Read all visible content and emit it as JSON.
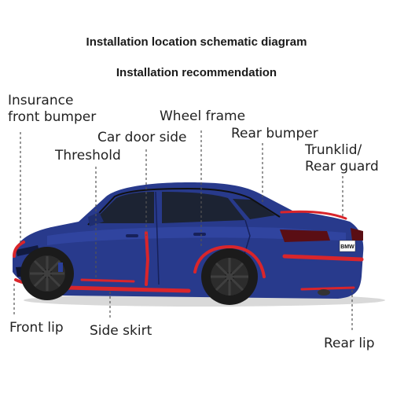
{
  "headings": {
    "title": "Installation location schematic diagram",
    "subtitle": "Installation recommendation"
  },
  "labels": {
    "insurance_front_bumper": "Insurance\nfront bumper",
    "threshold": "Threshold",
    "car_door_side": "Car door side",
    "wheel_frame": "Wheel frame",
    "rear_bumper": "Rear bumper",
    "trunklid_rear_guard": "Trunklid/\nRear guard",
    "front_lip": "Front lip",
    "side_skirt": "Side skirt",
    "rear_lip": "Rear lip"
  },
  "plate_text": "BMW",
  "colors": {
    "car_body": "#283a8c",
    "trim_strip": "#d9252b",
    "leader_line": "#555555",
    "tire": "#1b1b1b",
    "window": "#1c2333"
  }
}
